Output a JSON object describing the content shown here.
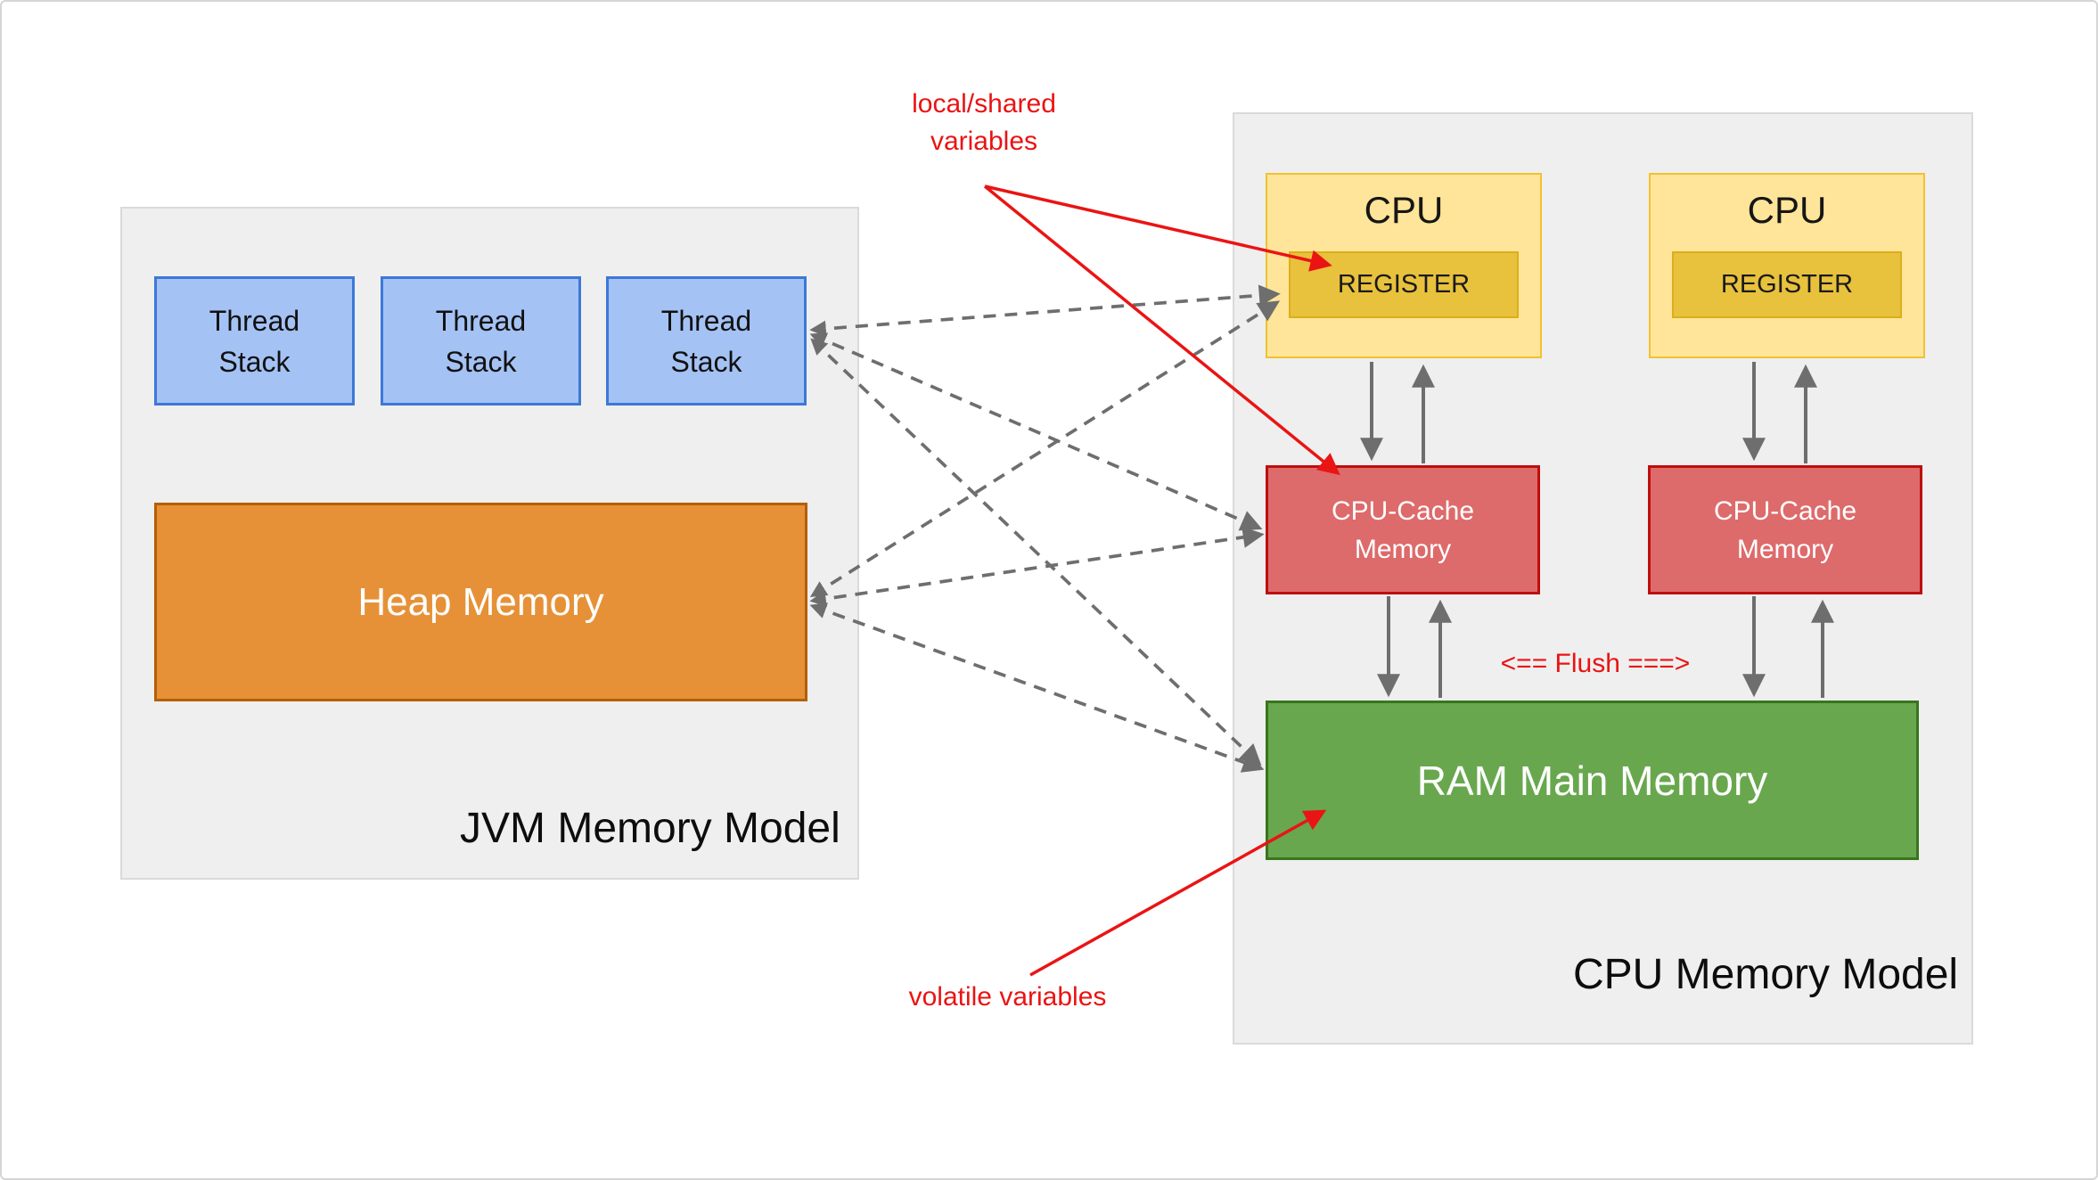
{
  "jvm_panel": {
    "title": "JVM Memory Model",
    "thread_stacks": [
      {
        "label": "Thread Stack"
      },
      {
        "label": "Thread Stack"
      },
      {
        "label": "Thread Stack"
      }
    ],
    "heap": {
      "label": "Heap Memory"
    }
  },
  "cpu_panel": {
    "title": "CPU Memory Model",
    "cpus": [
      {
        "label": "CPU",
        "register": "REGISTER"
      },
      {
        "label": "CPU",
        "register": "REGISTER"
      }
    ],
    "caches": [
      {
        "label": "CPU-Cache Memory"
      },
      {
        "label": "CPU-Cache Memory"
      }
    ],
    "ram": {
      "label": "RAM Main Memory"
    },
    "flush_label": "<== Flush ===>"
  },
  "annotations": {
    "local_shared_label": "local/shared variables",
    "volatile_label": "volatile variables"
  },
  "colors": {
    "panel_bg": "#efefef",
    "panel_border": "#dadada",
    "thread_stack_fill": "#a4c2f4",
    "thread_stack_border": "#3c78d8",
    "heap_fill": "#e69138",
    "heap_border": "#b45f06",
    "cpu_fill": "#ffe599",
    "cpu_border": "#f1c232",
    "register_fill": "#e8c13d",
    "cache_fill": "#dd6b6b",
    "cache_border": "#c00d0d",
    "ram_fill": "#69a74e",
    "ram_border": "#38761d",
    "annotation_red": "#ea1313",
    "arrow_gray": "#6e6e6e"
  }
}
